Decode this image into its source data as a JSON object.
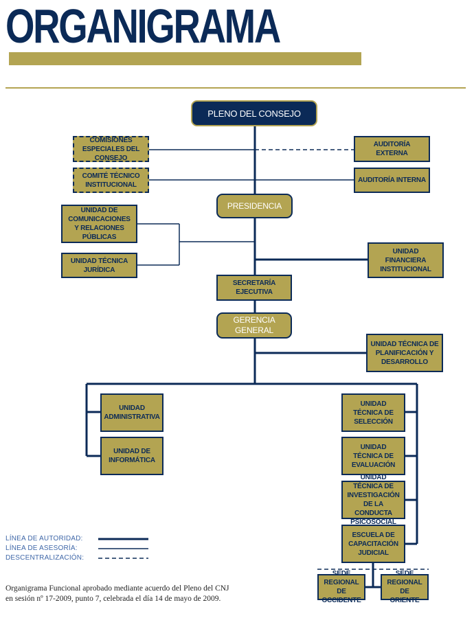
{
  "header": {
    "title": "ORGANIGRAMA"
  },
  "boxes": {
    "pleno": "PLENO DEL CONSEJO",
    "comisiones": "COMISIONES ESPECIALES DEL CONSEJO",
    "comite": "COMITÉ TÉCNICO INSTITUCIONAL",
    "auditoria_externa": "AUDITORÍA EXTERNA",
    "auditoria_interna": "AUDITORÍA INTERNA",
    "presidencia": "PRESIDENCIA",
    "comunicaciones": "UNIDAD DE COMUNICACIONES Y RELACIONES PÚBLICAS",
    "tecnica_juridica": "UNIDAD TÉCNICA JURÍDICA",
    "financiera": "UNIDAD FINANCIERA INSTITUCIONAL",
    "secretaria": "SECRETARÍA EJECUTIVA",
    "gerencia": "GERENCIA GENERAL",
    "planificacion": "UNIDAD TÉCNICA DE PLANIFICACIÓN Y DESARROLLO",
    "administrativa": "UNIDAD ADMINISTRATIVA",
    "informatica": "UNIDAD DE INFORMÁTICA",
    "seleccion": "UNIDAD TÉCNICA DE SELECCIÓN",
    "evaluacion": "UNIDAD TÉCNICA DE EVALUACIÓN",
    "investigacion": "UNIDAD TÉCNICA DE INVESTIGACIÓN DE LA CONDUCTA PSICOSOCIAL",
    "escuela": "ESCUELA DE CAPACITACIÓN JUDICIAL",
    "occidente": "SEDE REGIONAL DE OCCIDENTE",
    "oriente": "SEDE REGIONAL DE ORIENTE"
  },
  "legend": {
    "autoridad": "LÍNEA DE AUTORIDAD:",
    "asesoria": "LÍNEA DE ASESORÍA:",
    "descentralizacion": "DESCENTRALIZACIÓN:"
  },
  "footnote": {
    "line1": "Organigrama Funcional aprobado mediante acuerdo del Pleno del CNJ",
    "line2": "en sesión nº 17-2009, punto 7, celebrada el día 14 de mayo de 2009."
  },
  "colors": {
    "navy": "#0b2a57",
    "gold": "#b3a452",
    "legend_text": "#3f67a8"
  }
}
